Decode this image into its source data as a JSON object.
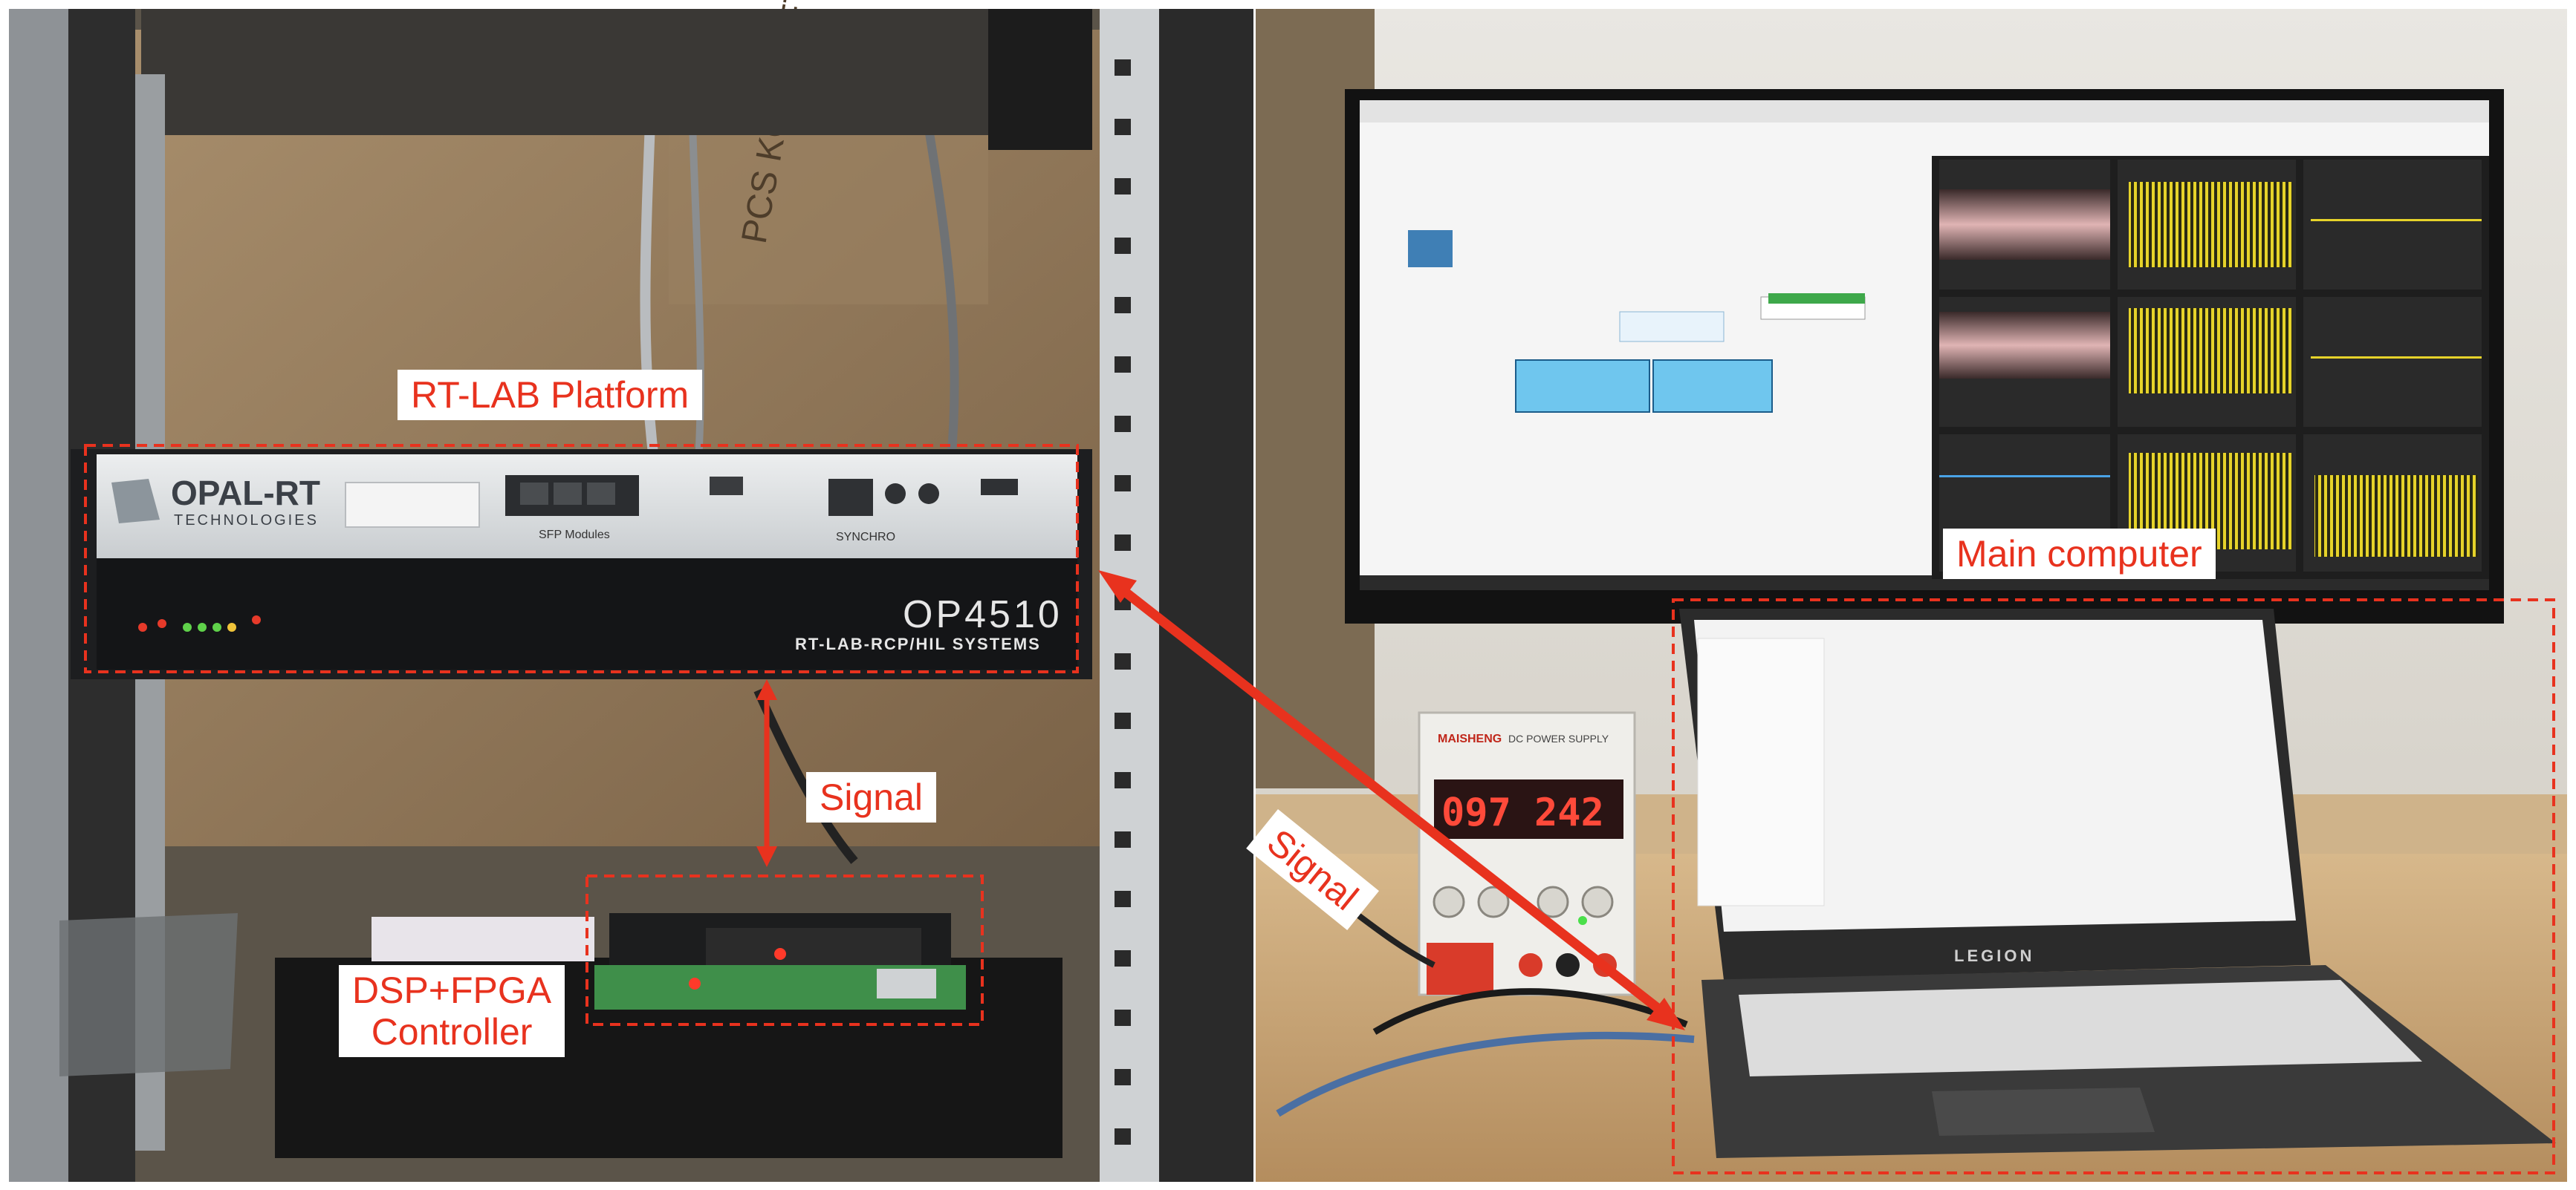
{
  "labels": {
    "rt_lab_platform": "RT-LAB Platform",
    "main_computer": "Main computer",
    "signal_vertical": "Signal",
    "signal_diagonal": "Signal",
    "controller_line1": "DSP+FPGA",
    "controller_line2": "Controller"
  },
  "device_text": {
    "brand_line1": "OPAL-RT",
    "brand_line2": "TECHNOLOGIES",
    "model": "OP4510",
    "model_sub": "RT-LAB-RCP/HIL SYSTEMS",
    "sfp_modules": "SFP Modules",
    "synchro": "SYNCHRO",
    "psu_brand": "MAISHENG",
    "psu_title": "DC POWER SUPPLY",
    "psu_left_display": "097",
    "psu_right_display": "242",
    "laptop_brand": "LEGION"
  },
  "colors": {
    "annotation_red": "#e8321e"
  }
}
